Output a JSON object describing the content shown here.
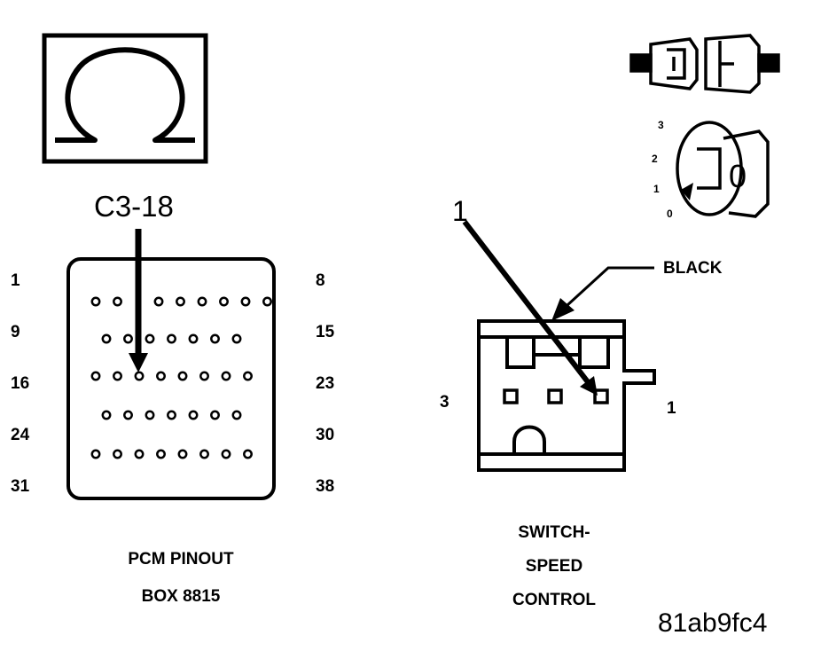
{
  "ohmmeter_symbol": "Ω",
  "pcm_pin_callout": "C3-18",
  "pcm_row_labels": {
    "left": [
      "1",
      "9",
      "16",
      "24",
      "31"
    ],
    "right": [
      "8",
      "15",
      "23",
      "30",
      "38"
    ]
  },
  "pcm_caption": {
    "line1": "PCM PINOUT",
    "line2": "BOX 8815"
  },
  "switch_pin_callout": "1",
  "wire_color_label": "BLACK",
  "switch_pin_left": "3",
  "switch_pin_right": "1",
  "switch_caption": {
    "line1": "SWITCH-",
    "line2": "SPEED",
    "line3": "CONTROL"
  },
  "ignition_positions": [
    "3",
    "2",
    "1",
    "0"
  ],
  "ignition_key_glyph": "0",
  "figure_id": "81ab9fc4",
  "pcm_rows": [
    {
      "pins": 8,
      "gap_after": 2
    },
    {
      "pins": 7,
      "gap_after": 0
    },
    {
      "pins": 8,
      "gap_after": 0
    },
    {
      "pins": 7,
      "gap_after": 0
    },
    {
      "pins": 8,
      "gap_after": 0
    }
  ]
}
